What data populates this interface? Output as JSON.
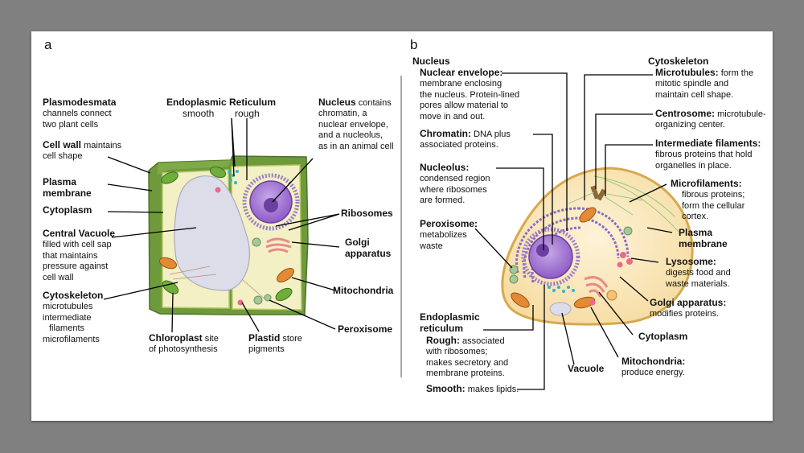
{
  "panel_a": {
    "letter": "a",
    "plasmodesmata": {
      "title": "Plasmodesmata",
      "desc1": "channels connect",
      "desc2": "two plant cells"
    },
    "cell_wall": {
      "title": "Cell wall",
      "desc1": "maintains",
      "desc2": "cell shape"
    },
    "plasma_membrane": {
      "title1": "Plasma",
      "title2": "membrane"
    },
    "cytoplasm": {
      "title": "Cytoplasm"
    },
    "central_vacuole": {
      "title": "Central Vacuole",
      "desc1": "filled with cell sap",
      "desc2": "that maintains",
      "desc3": "pressure against",
      "desc4": "cell wall"
    },
    "cytoskeleton": {
      "title": "Cytoskeleton",
      "desc1": "microtubules",
      "desc2": "intermediate",
      "desc3": "filaments",
      "desc4": "microfilaments"
    },
    "er": {
      "title": "Endoplasmic Reticulum",
      "smooth": "smooth",
      "rough": "rough"
    },
    "nucleus": {
      "title": "Nucleus",
      "desc1": "contains",
      "desc2": "chromatin, a",
      "desc3": "nuclear envelope,",
      "desc4": "and a nucleolus,",
      "desc5": "as in an animal cell"
    },
    "ribosomes": {
      "title": "Ribosomes"
    },
    "golgi": {
      "title1": "Golgi",
      "title2": "apparatus"
    },
    "mitochondria": {
      "title": "Mitochondria"
    },
    "peroxisome": {
      "title": "Peroxisome"
    },
    "chloroplast": {
      "title": "Chloroplast",
      "desc1": "site",
      "desc2": "of photosynthesis"
    },
    "plastid": {
      "title": "Plastid",
      "desc1": "store",
      "desc2": "pigments"
    }
  },
  "panel_b": {
    "letter": "b",
    "nucleus": {
      "title": "Nucleus"
    },
    "nuclear_envelope": {
      "title": "Nuclear envelope:",
      "desc1": "membrane enclosing",
      "desc2": "the nucleus. Protein-lined",
      "desc3": "pores allow material to",
      "desc4": "move in and out."
    },
    "chromatin": {
      "title": "Chromatin:",
      "desc1": "DNA plus",
      "desc2": "associated proteins."
    },
    "nucleolus": {
      "title": "Nucleolus:",
      "desc1": "condensed region",
      "desc2": "where ribosomes",
      "desc3": "are formed."
    },
    "peroxisome": {
      "title": "Peroxisome:",
      "desc1": "metabolizes",
      "desc2": "waste"
    },
    "er": {
      "title1": "Endoplasmic",
      "title2": "reticulum"
    },
    "rough": {
      "title": "Rough:",
      "desc1": "associated",
      "desc2": "with ribosomes;",
      "desc3": "makes secretory and",
      "desc4": "membrane proteins."
    },
    "smooth": {
      "title": "Smooth:",
      "desc1": "makes lipids."
    },
    "cytoskeleton": {
      "title": "Cytoskeleton"
    },
    "microtubules": {
      "title": "Microtubules:",
      "desc1": "form the",
      "desc2": "mitotic spindle and",
      "desc3": "maintain cell shape."
    },
    "centrosome": {
      "title": "Centrosome:",
      "desc1": "microtubule-",
      "desc2": "organizing center."
    },
    "intermediate_filaments": {
      "title": "Intermediate filaments:",
      "desc1": "fibrous proteins that hold",
      "desc2": "organelles in place."
    },
    "microfilaments": {
      "title": "Microfilaments:",
      "desc1": "fibrous proteins;",
      "desc2": "form the cellular",
      "desc3": "cortex."
    },
    "plasma_membrane": {
      "title1": "Plasma",
      "title2": "membrane"
    },
    "lysosome": {
      "title": "Lysosome:",
      "desc1": "digests food and",
      "desc2": "waste materials."
    },
    "golgi": {
      "title": "Golgi apparatus:",
      "desc1": "modifies proteins."
    },
    "cytoplasm": {
      "title": "Cytoplasm"
    },
    "mitochondria": {
      "title": "Mitochondria:",
      "desc1": "produce energy."
    },
    "vacuole": {
      "title": "Vacuole"
    }
  }
}
